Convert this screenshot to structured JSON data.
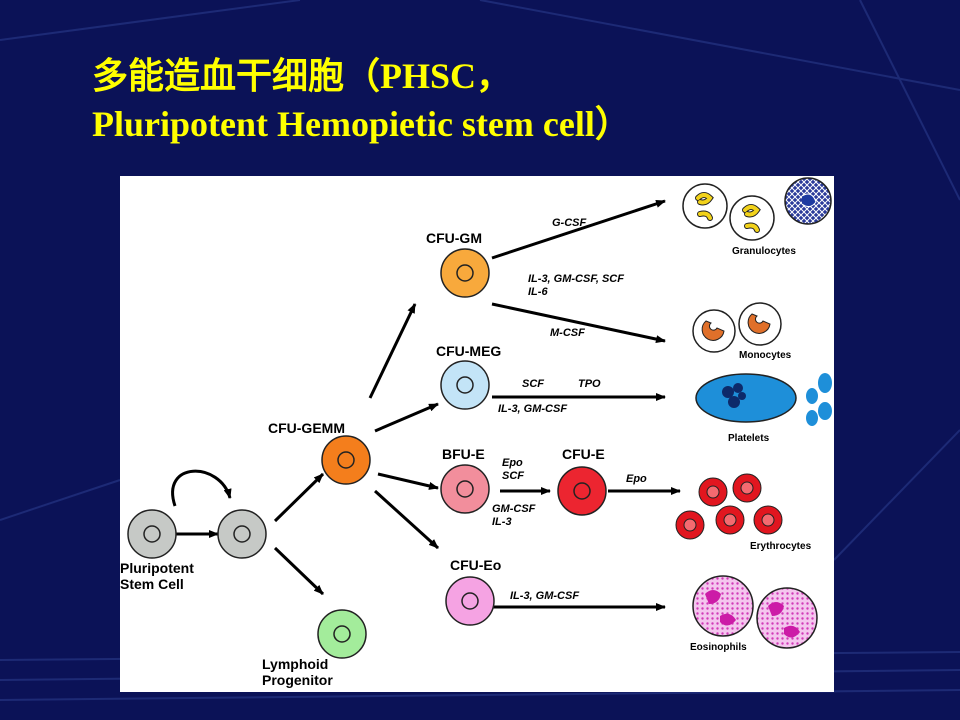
{
  "slide": {
    "title_line1": "多能造血干细胞（PHSC，",
    "title_line2": "Pluripotent Hemopietic stem cell）"
  },
  "diagram": {
    "cells": {
      "stem": "Pluripotent\nStem Cell",
      "lymphoid": "Lymphoid\nProgenitor",
      "cfu_gemm": "CFU-GEMM",
      "cfu_gm": "CFU-GM",
      "cfu_meg": "CFU-MEG",
      "bfu_e": "BFU-E",
      "cfu_e": "CFU-E",
      "cfu_eo": "CFU-Eo"
    },
    "factors": {
      "g_csf": "G-CSF",
      "gm_mix": "IL-3, GM-CSF, SCF\nIL-6",
      "m_csf": "M-CSF",
      "scf": "SCF",
      "tpo": "TPO",
      "meg_il": "IL-3, GM-CSF",
      "epo_scf": "Epo\nSCF",
      "gm_il3": "GM-CSF\nIL-3",
      "epo": "Epo",
      "eo_il": "IL-3, GM-CSF"
    },
    "mature": {
      "granulocytes": "Granulocytes",
      "monocytes": "Monocytes",
      "platelets": "Platelets",
      "erythrocytes": "Erythrocytes",
      "eosinophils": "Eosinophils"
    },
    "colors": {
      "stem": "#c6c9c6",
      "gemm": "#f47e1c",
      "gm": "#f8a93c",
      "meg": "#c3e4f7",
      "bfu": "#f28e9c",
      "cfu_e": "#ec2530",
      "eo": "#f5a3e3",
      "lymphoid": "#a3ec9b",
      "platelet_blue": "#1e8fd9",
      "erythrocyte": "#e1161f",
      "eosinophil": "#cc1ba7"
    }
  }
}
